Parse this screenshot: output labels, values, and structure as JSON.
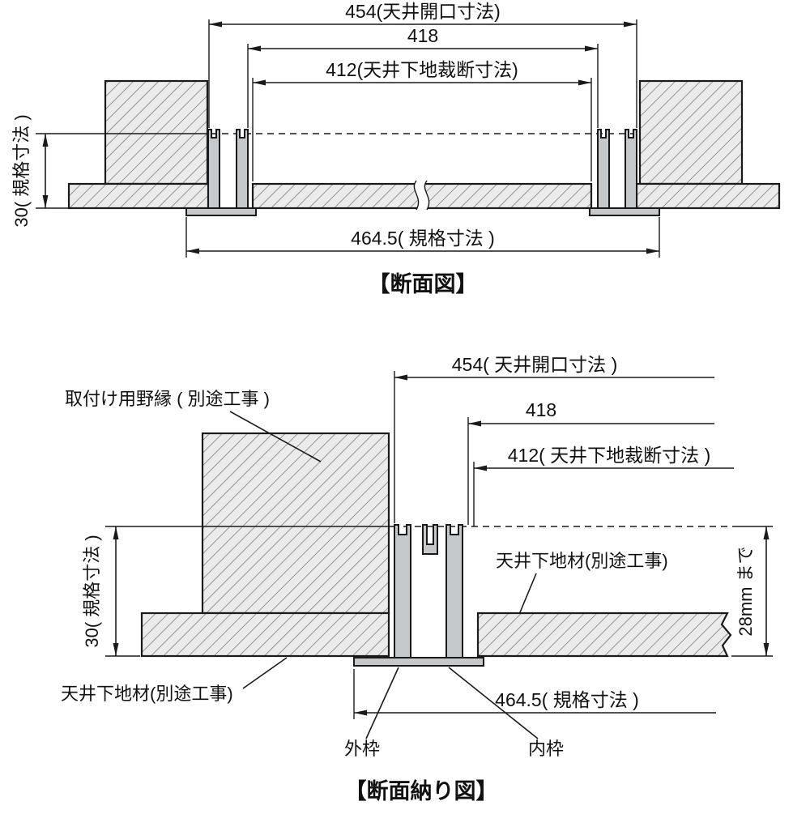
{
  "colors": {
    "line": "#1a1a1a",
    "fill_light": "#ebebeb",
    "frame_metal": "#c6c9cb",
    "hatch_line": "#7f7f7f",
    "bg": "#ffffff"
  },
  "top": {
    "caption": "【断面図】",
    "dim_454": "454(天井開口寸法)",
    "dim_418": "418",
    "dim_412": "412(天井下地裁断寸法)",
    "dim_30": "30( 規格寸法 )",
    "dim_4645": "464.5( 規格寸法 )"
  },
  "bottom": {
    "caption": "【断面納り図】",
    "dim_454": "454( 天井開口寸法 )",
    "dim_418": "418",
    "dim_412": "412( 天井下地裁断寸法 )",
    "dim_30": "30( 規格寸法 )",
    "dim_28": "28mm まで",
    "dim_4645": "464.5( 規格寸法 )",
    "label_furring": "取付け用野縁 ( 別途工事 )",
    "label_substrate_right": "天井下地材(別途工事)",
    "label_substrate_left": "天井下地材(別途工事)",
    "label_outer_frame": "外枠",
    "label_inner_frame": "内枠"
  }
}
